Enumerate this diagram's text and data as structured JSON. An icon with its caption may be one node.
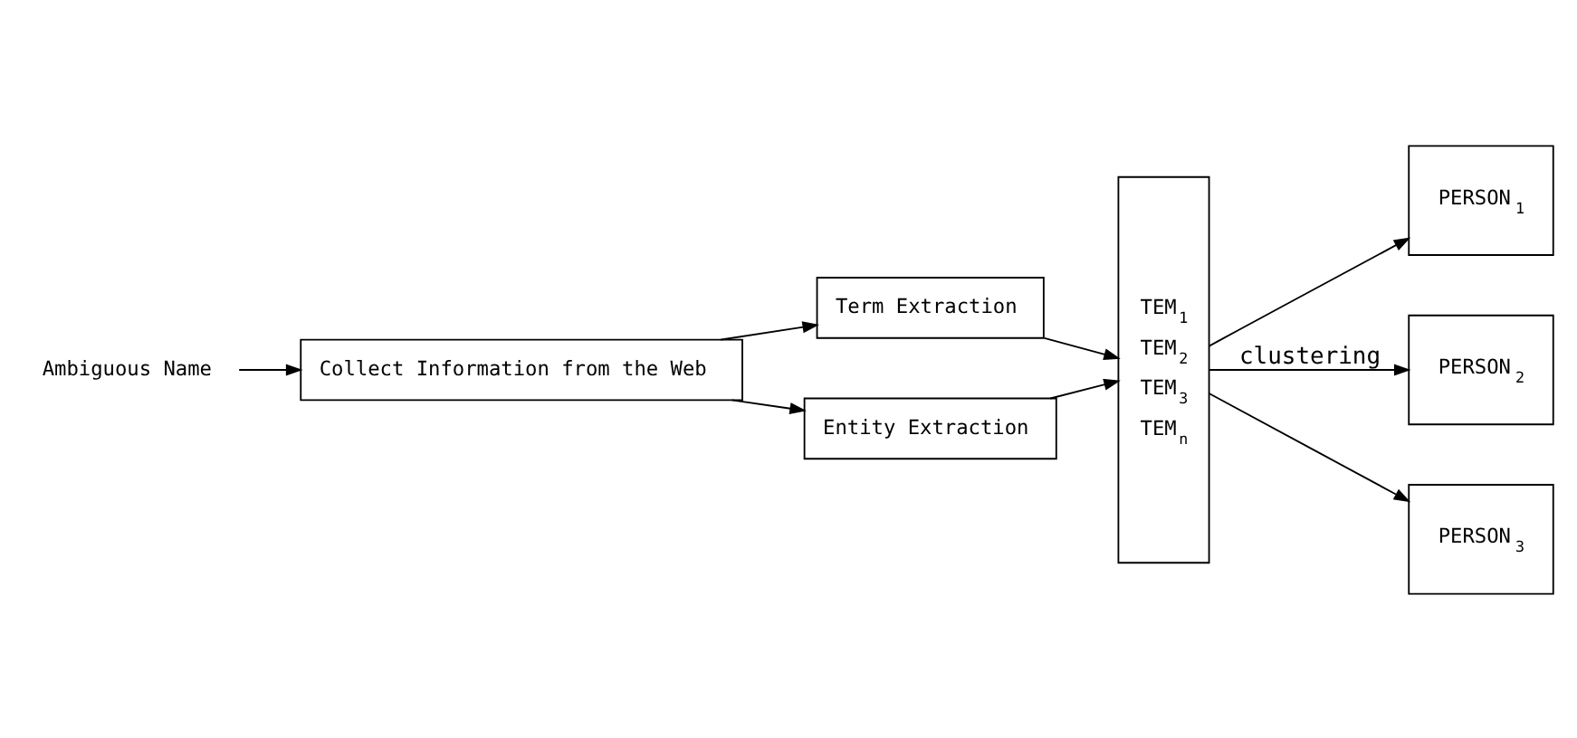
{
  "diagram": {
    "nodes": [
      {
        "text": [
          "Ambiguous Name"
        ]
      },
      {
        "text": [
          "Collect Information from the Web"
        ]
      },
      {
        "text": [
          "Term Extraction"
        ]
      },
      {
        "text": [
          "Entity Extraction"
        ]
      },
      {
        "text": [
          "TEM$_{1}$",
          "TEM$_{2}$",
          "TEM$_{3}$",
          "TEM$_{n}$"
        ]
      },
      {
        "text": [
          "PERSON$_{1}$"
        ]
      },
      {
        "text": [
          "PERSON$_{2}$"
        ]
      },
      {
        "text": [
          "PERSON$_{3}$"
        ]
      }
    ],
    "edges": [
      {
        "from": 0,
        "to": 1,
        "arrow": "to"
      },
      {
        "from": 1,
        "to": 2,
        "arrow": "to"
      },
      {
        "from": 1,
        "to": 3,
        "arrow": "to"
      },
      {
        "from": 2,
        "to": 4,
        "arrow": "to"
      },
      {
        "from": 3,
        "to": 4,
        "arrow": "to"
      },
      {
        "from": 4,
        "to": 5,
        "arrow": "to"
      },
      {
        "from": 4,
        "to": 6,
        "arrow": "to",
        "label": "clustering"
      },
      {
        "from": 4,
        "to": 7,
        "arrow": "to"
      }
    ]
  }
}
